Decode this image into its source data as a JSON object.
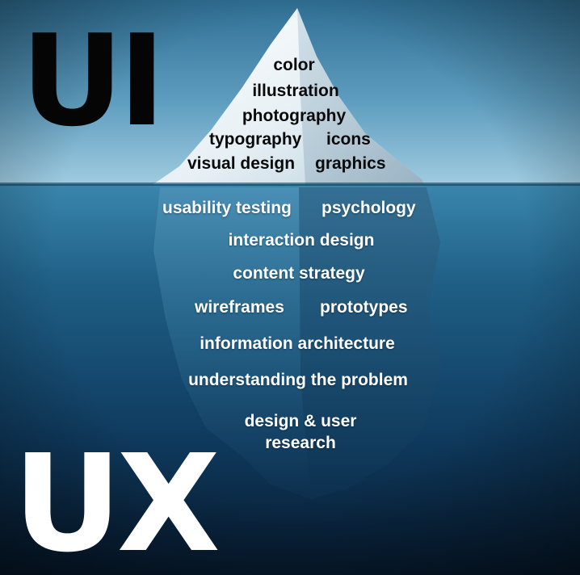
{
  "headings": {
    "top": "UI",
    "bottom": "UX"
  },
  "above_water": {
    "color": "color",
    "illustration": "illustration",
    "photography": "photography",
    "typography": "typography",
    "icons": "icons",
    "visual_design": "visual design",
    "graphics": "graphics"
  },
  "below_water": {
    "usability_testing": "usability testing",
    "psychology": "psychology",
    "interaction_design": "interaction design",
    "content_strategy": "content strategy",
    "wireframes": "wireframes",
    "prototypes": "prototypes",
    "information_architecture": "information architecture",
    "understanding_problem": "understanding the problem",
    "design_user_research": "design & user research"
  },
  "colors": {
    "sky_top": "#2f6f94",
    "sky_bottom": "#8fc0d8",
    "water_top": "#2c6f96",
    "water_bottom": "#06182b",
    "ice": "#e8f1f6",
    "ui_text": "#050505",
    "ux_text": "#ffffff"
  }
}
